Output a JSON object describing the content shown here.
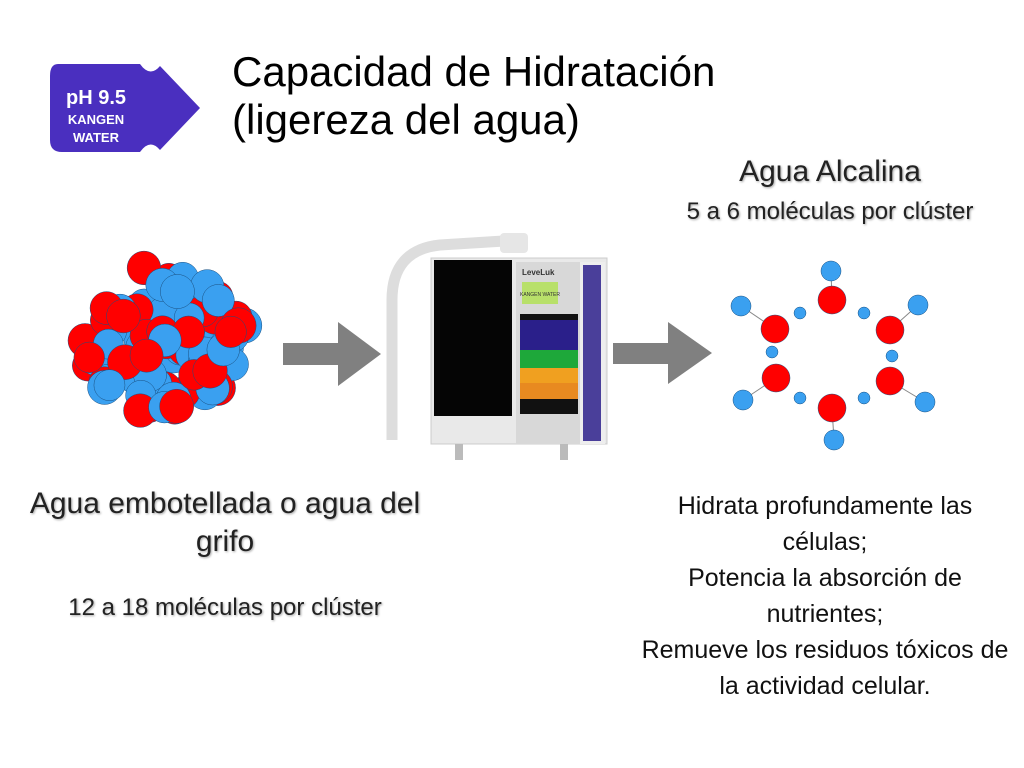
{
  "logo": {
    "line1": "pH 9.5",
    "line2": "KANGEN",
    "line3": "WATER",
    "color": "#4a2fbf"
  },
  "title": {
    "line1": "Capacidad de Hidratación",
    "line2": "(ligereza del agua)"
  },
  "alkaline": {
    "heading": "Agua Alcalina",
    "subheading": "5 a 6 moléculas por clúster"
  },
  "bottled": {
    "heading": "Agua embotellada o agua del grifo",
    "subheading": "12 a 18 moléculas por clúster"
  },
  "benefits": [
    "Hidrata profundamente las células;",
    "Potencia la absorción de nutrientes;",
    "Remueve los residuos tóxicos de la actividad celular."
  ],
  "device": {
    "brand": "LeveLuk",
    "display": "KANGEN WATER"
  },
  "colors": {
    "red": "#ff0000",
    "blue": "#3aa0f0",
    "arrow": "#808080"
  }
}
